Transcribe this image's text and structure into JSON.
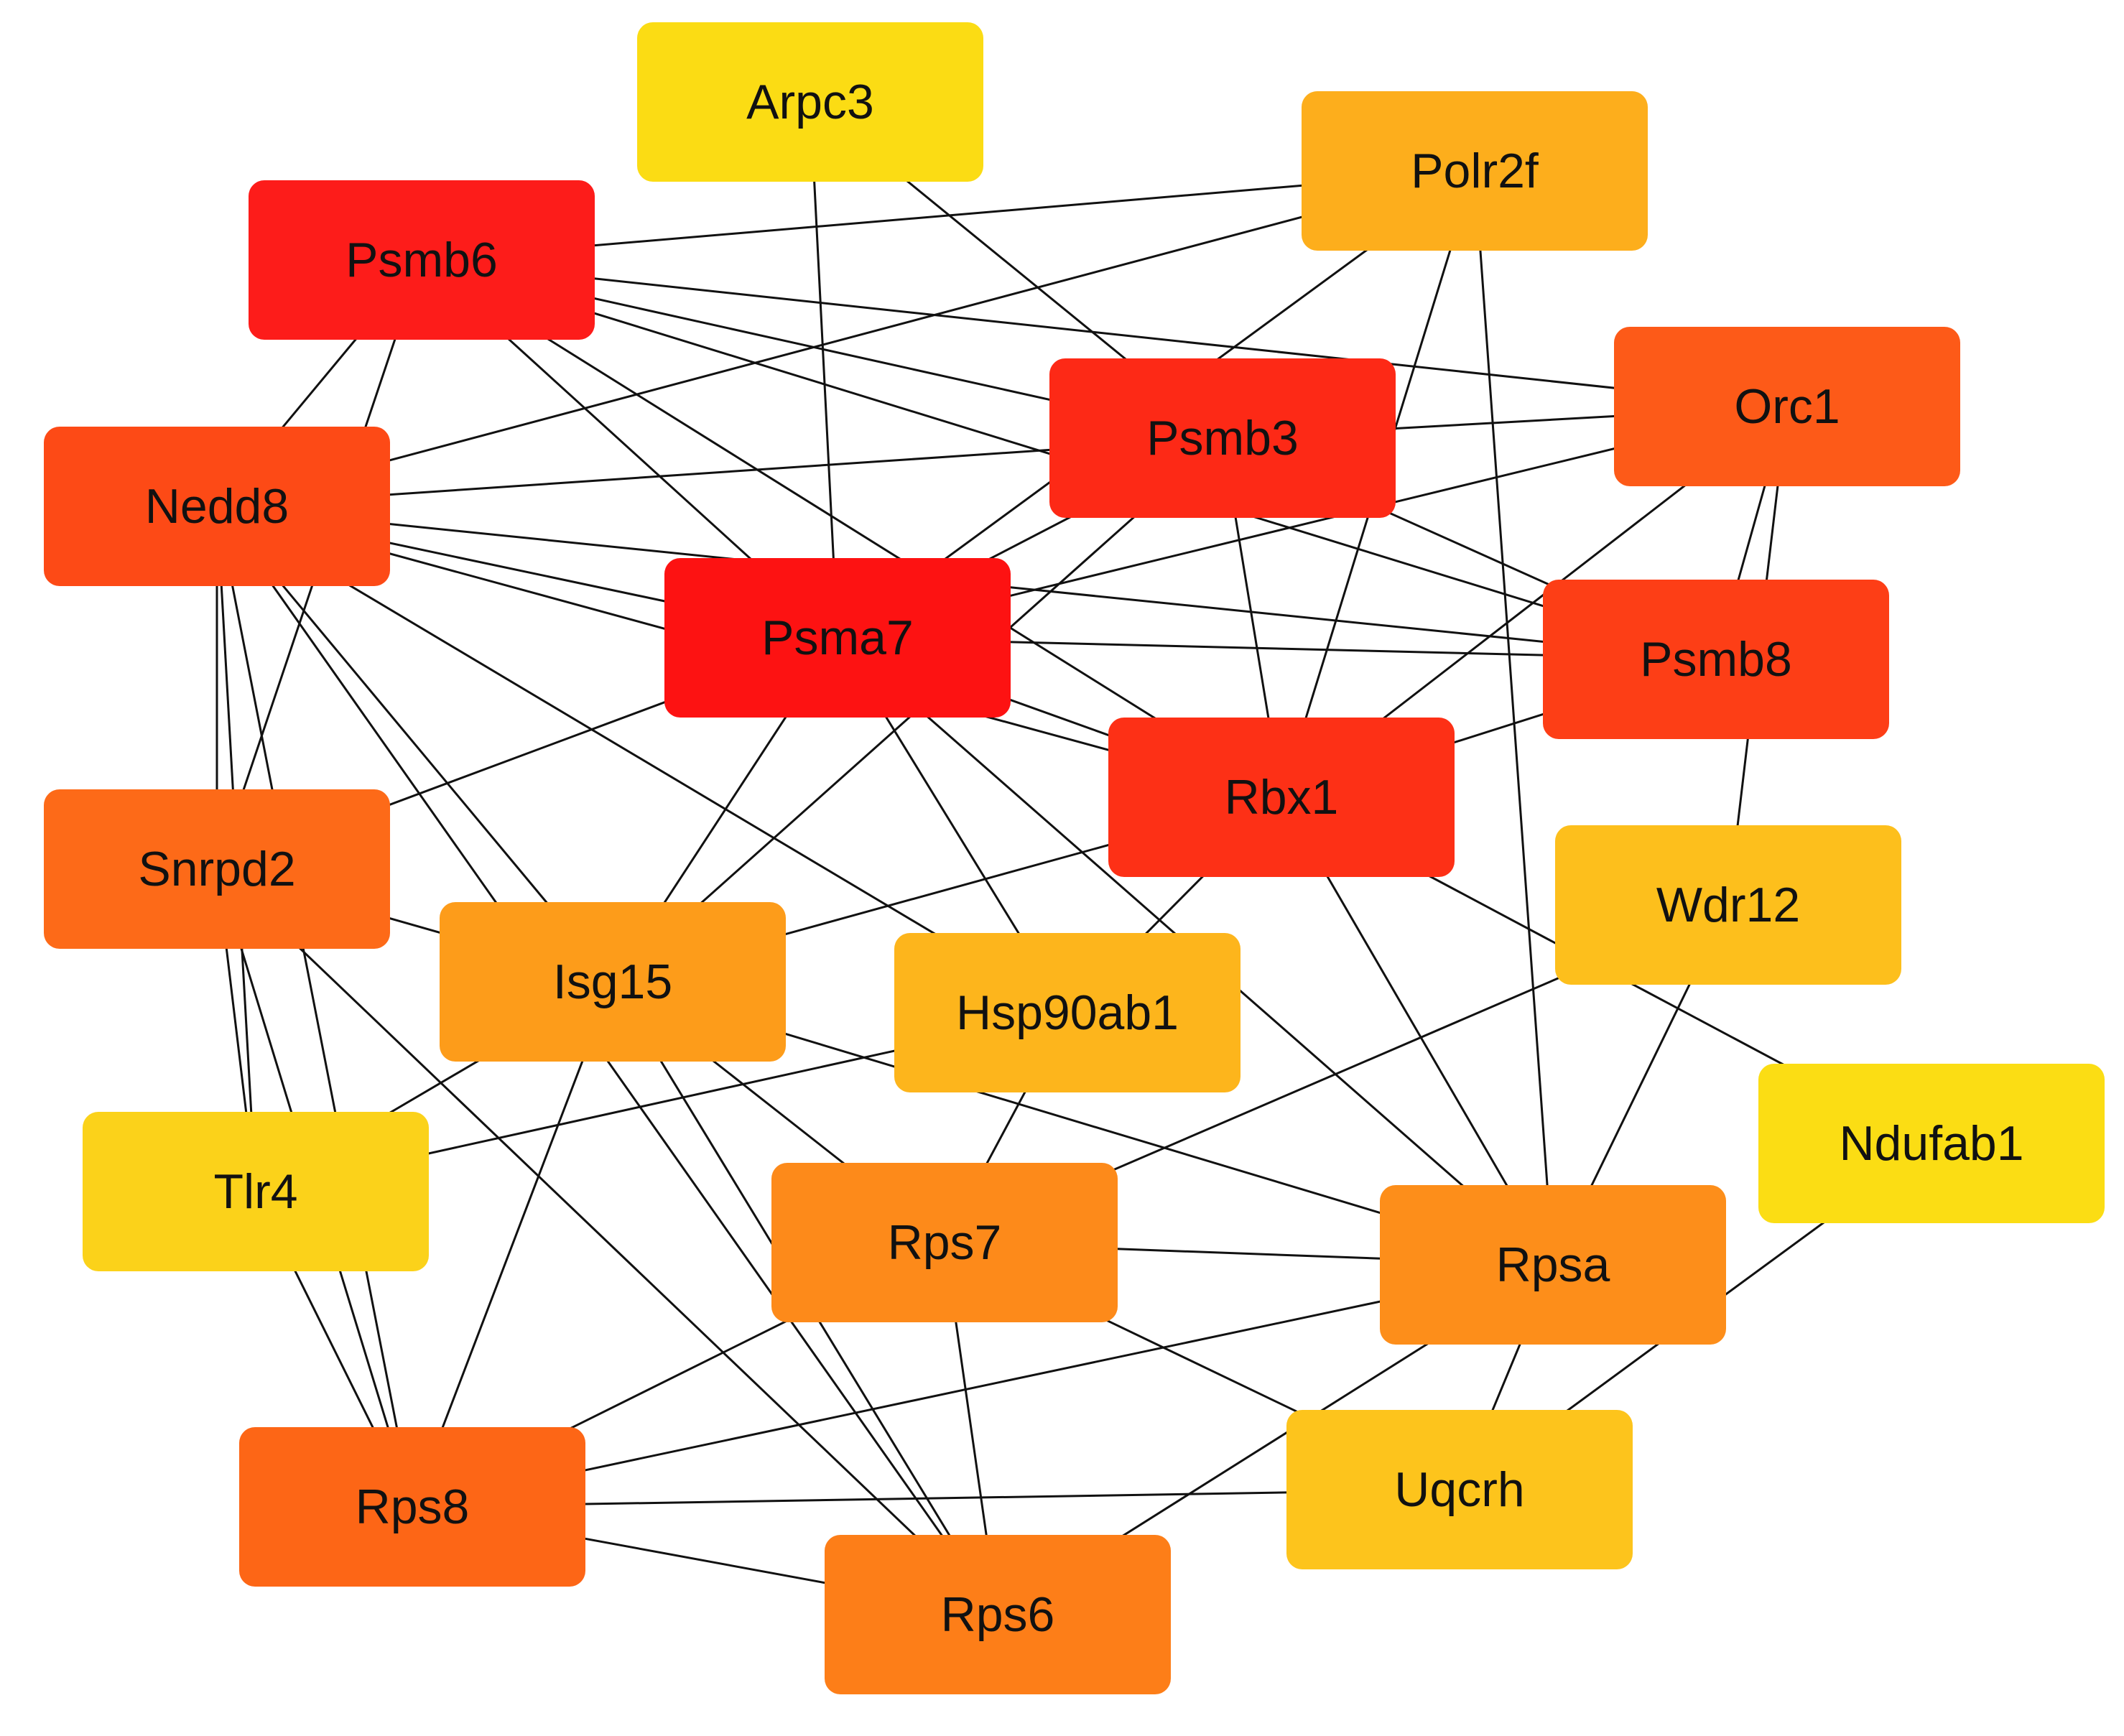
{
  "network": {
    "nodes": [
      {
        "id": "arpc3",
        "label": "Arpc3",
        "color": "#fbdc14"
      },
      {
        "id": "polr2f",
        "label": "Polr2f",
        "color": "#fdae1c"
      },
      {
        "id": "psmb6",
        "label": "Psmb6",
        "color": "#fd1c1a"
      },
      {
        "id": "orc1",
        "label": "Orc1",
        "color": "#fd5a18"
      },
      {
        "id": "psmb3",
        "label": "Psmb3",
        "color": "#fd2916"
      },
      {
        "id": "nedd8",
        "label": "Nedd8",
        "color": "#fd4a16"
      },
      {
        "id": "psma7",
        "label": "Psma7",
        "color": "#fd1212"
      },
      {
        "id": "psmb8",
        "label": "Psmb8",
        "color": "#fd3e16"
      },
      {
        "id": "rbx1",
        "label": "Rbx1",
        "color": "#fd3016"
      },
      {
        "id": "snrpd2",
        "label": "Snrpd2",
        "color": "#fd6a18"
      },
      {
        "id": "wdr12",
        "label": "Wdr12",
        "color": "#fdbf1c"
      },
      {
        "id": "isg15",
        "label": "Isg15",
        "color": "#fd9c1a"
      },
      {
        "id": "hsp90ab1",
        "label": "Hsp90ab1",
        "color": "#fdb51c"
      },
      {
        "id": "ndufab1",
        "label": "Ndufab1",
        "color": "#fbdd14"
      },
      {
        "id": "tlr4",
        "label": "Tlr4",
        "color": "#fbd21a"
      },
      {
        "id": "rps7",
        "label": "Rps7",
        "color": "#fd8a1a"
      },
      {
        "id": "rpsa",
        "label": "Rpsa",
        "color": "#fd8e1a"
      },
      {
        "id": "uqcrh",
        "label": "Uqcrh",
        "color": "#fdc41c"
      },
      {
        "id": "rps8",
        "label": "Rps8",
        "color": "#fd6616"
      },
      {
        "id": "rps6",
        "label": "Rps6",
        "color": "#fd7e18"
      }
    ],
    "edges": [
      [
        "arpc3",
        "psma7"
      ],
      [
        "arpc3",
        "psmb3"
      ],
      [
        "polr2f",
        "psmb6"
      ],
      [
        "polr2f",
        "nedd8"
      ],
      [
        "polr2f",
        "psma7"
      ],
      [
        "polr2f",
        "rbx1"
      ],
      [
        "polr2f",
        "rpsa"
      ],
      [
        "psmb6",
        "nedd8"
      ],
      [
        "psmb6",
        "snrpd2"
      ],
      [
        "psmb6",
        "psmb3"
      ],
      [
        "psmb6",
        "orc1"
      ],
      [
        "psmb6",
        "psma7"
      ],
      [
        "psmb6",
        "psmb8"
      ],
      [
        "psmb6",
        "rbx1"
      ],
      [
        "nedd8",
        "psmb3"
      ],
      [
        "nedd8",
        "psma7"
      ],
      [
        "nedd8",
        "psmb8"
      ],
      [
        "nedd8",
        "rbx1"
      ],
      [
        "nedd8",
        "tlr4"
      ],
      [
        "nedd8",
        "rps8"
      ],
      [
        "nedd8",
        "isg15"
      ],
      [
        "nedd8",
        "hsp90ab1"
      ],
      [
        "nedd8",
        "rps6"
      ],
      [
        "nedd8",
        "snrpd2"
      ],
      [
        "psmb3",
        "orc1"
      ],
      [
        "psmb3",
        "psma7"
      ],
      [
        "psmb3",
        "psmb8"
      ],
      [
        "psmb3",
        "rbx1"
      ],
      [
        "psmb3",
        "isg15"
      ],
      [
        "orc1",
        "psma7"
      ],
      [
        "orc1",
        "rbx1"
      ],
      [
        "orc1",
        "psmb8"
      ],
      [
        "orc1",
        "wdr12"
      ],
      [
        "psma7",
        "psmb8"
      ],
      [
        "psma7",
        "rbx1"
      ],
      [
        "psma7",
        "snrpd2"
      ],
      [
        "psma7",
        "isg15"
      ],
      [
        "psma7",
        "hsp90ab1"
      ],
      [
        "psma7",
        "rpsa"
      ],
      [
        "psmb8",
        "rbx1"
      ],
      [
        "rbx1",
        "isg15"
      ],
      [
        "rbx1",
        "hsp90ab1"
      ],
      [
        "rbx1",
        "ndufab1"
      ],
      [
        "rbx1",
        "rpsa"
      ],
      [
        "snrpd2",
        "isg15"
      ],
      [
        "snrpd2",
        "tlr4"
      ],
      [
        "snrpd2",
        "rps8"
      ],
      [
        "snrpd2",
        "rps6"
      ],
      [
        "wdr12",
        "rps7"
      ],
      [
        "wdr12",
        "rpsa"
      ],
      [
        "isg15",
        "tlr4"
      ],
      [
        "isg15",
        "rps7"
      ],
      [
        "isg15",
        "rps8"
      ],
      [
        "isg15",
        "rps6"
      ],
      [
        "isg15",
        "rpsa"
      ],
      [
        "hsp90ab1",
        "tlr4"
      ],
      [
        "hsp90ab1",
        "rps7"
      ],
      [
        "ndufab1",
        "uqcrh"
      ],
      [
        "tlr4",
        "rps8"
      ],
      [
        "rps7",
        "rpsa"
      ],
      [
        "rps7",
        "rps8"
      ],
      [
        "rps7",
        "rps6"
      ],
      [
        "rps7",
        "uqcrh"
      ],
      [
        "rpsa",
        "rps8"
      ],
      [
        "rpsa",
        "rps6"
      ],
      [
        "rpsa",
        "uqcrh"
      ],
      [
        "uqcrh",
        "rps8"
      ],
      [
        "rps8",
        "rps6"
      ]
    ]
  }
}
